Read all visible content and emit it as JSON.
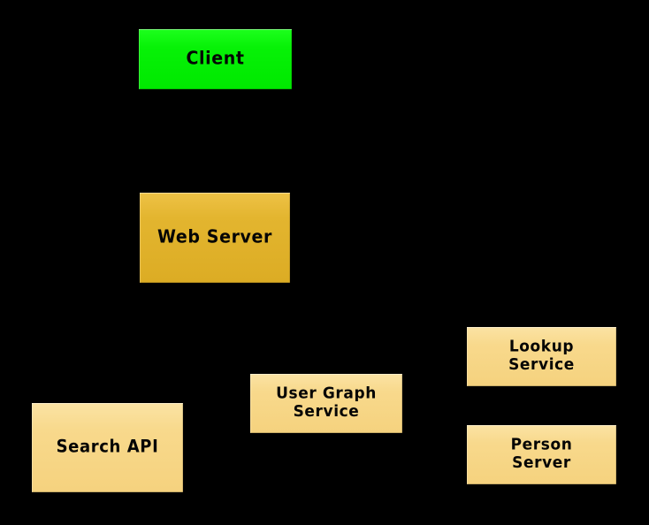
{
  "diagram": {
    "background_color": "#000000",
    "nodes": [
      {
        "id": "client",
        "label": "Client",
        "fill_color": "#00ee00",
        "text_color": "#050505"
      },
      {
        "id": "web-server",
        "label": "Web Server",
        "fill_color": "#e0b22c",
        "text_color": "#050505"
      },
      {
        "id": "search-api",
        "label": "Search API",
        "fill_color": "#f7d98a",
        "text_color": "#050505"
      },
      {
        "id": "user-graph-service",
        "label": "User Graph\nService",
        "fill_color": "#f7d98a",
        "text_color": "#050505"
      },
      {
        "id": "lookup-service",
        "label": "Lookup\nService",
        "fill_color": "#f7d98a",
        "text_color": "#050505"
      },
      {
        "id": "person-server",
        "label": "Person\nServer",
        "fill_color": "#f7d98a",
        "text_color": "#050505"
      }
    ]
  }
}
